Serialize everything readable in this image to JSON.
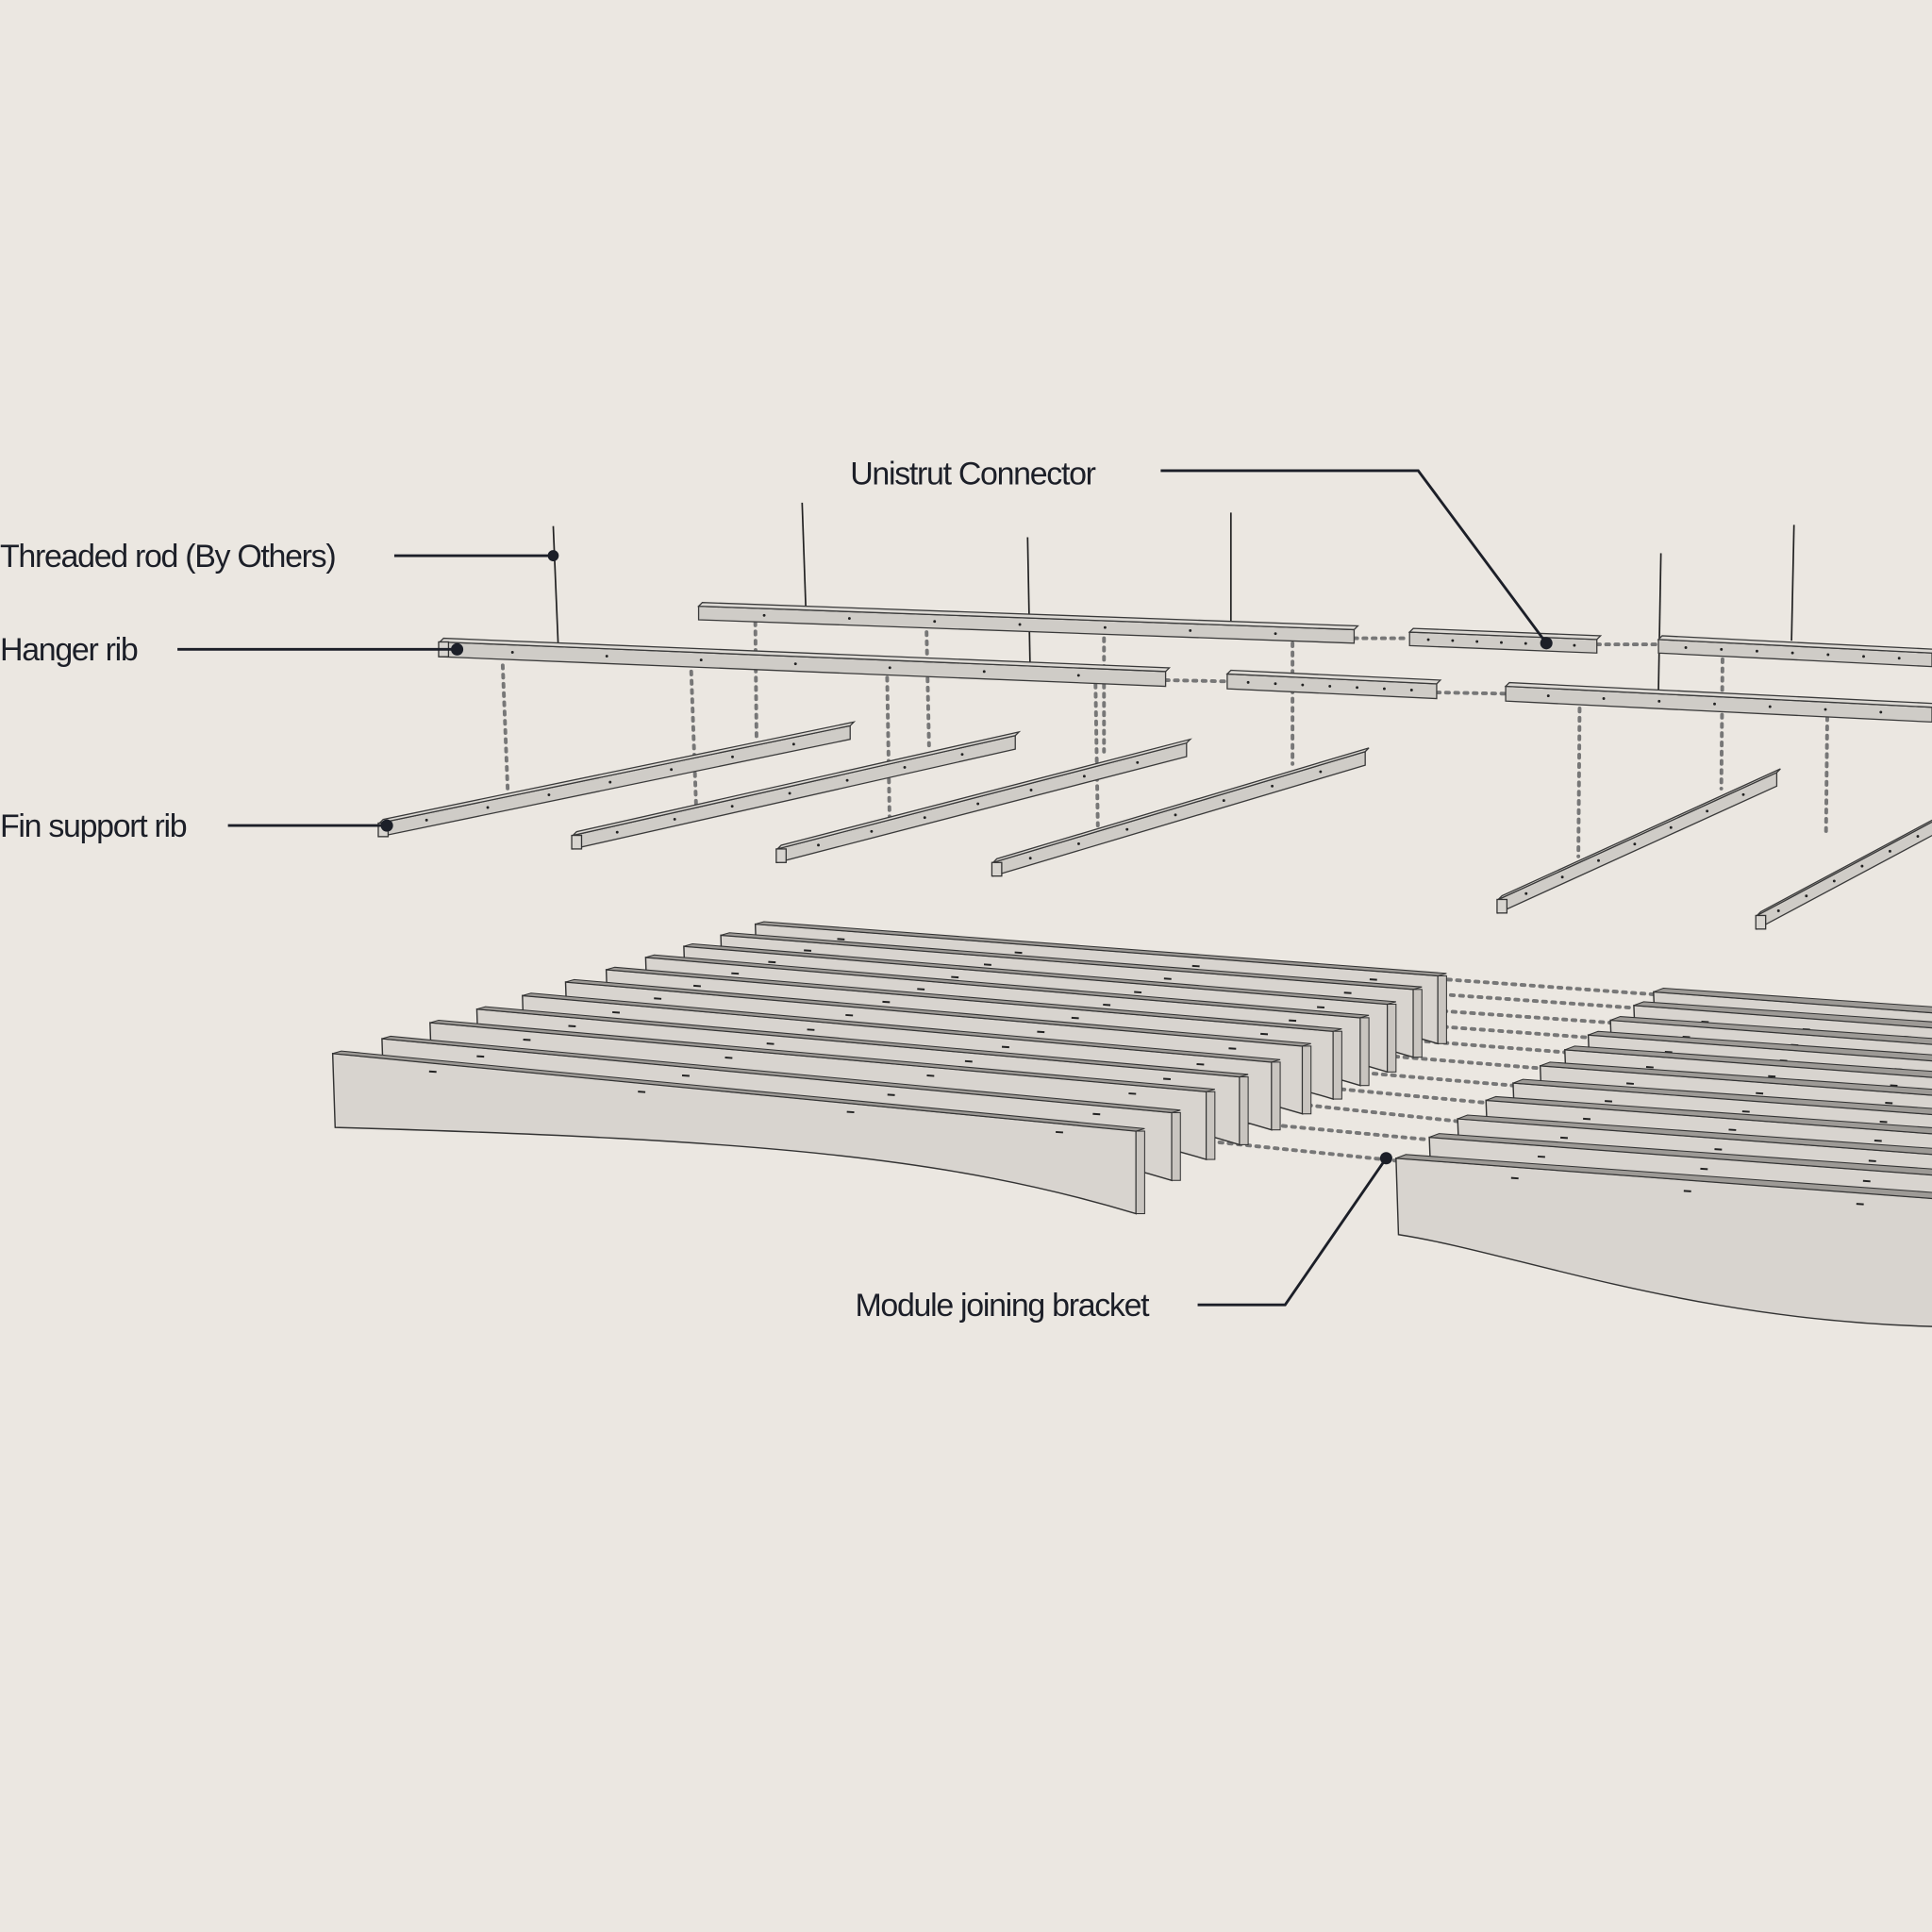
{
  "diagram": {
    "labels": {
      "threaded_rod": "Threaded rod (By Others)",
      "hanger_rib": "Hanger rib",
      "fin_support_rib": "Fin support rib",
      "unistrut_connector": "Unistrut Connector",
      "module_joining_bracket": "Module joining bracket"
    },
    "colors": {
      "background": "#ebe7e1",
      "component_fill": "#cfccc7",
      "leader": "#1c1f28"
    }
  }
}
